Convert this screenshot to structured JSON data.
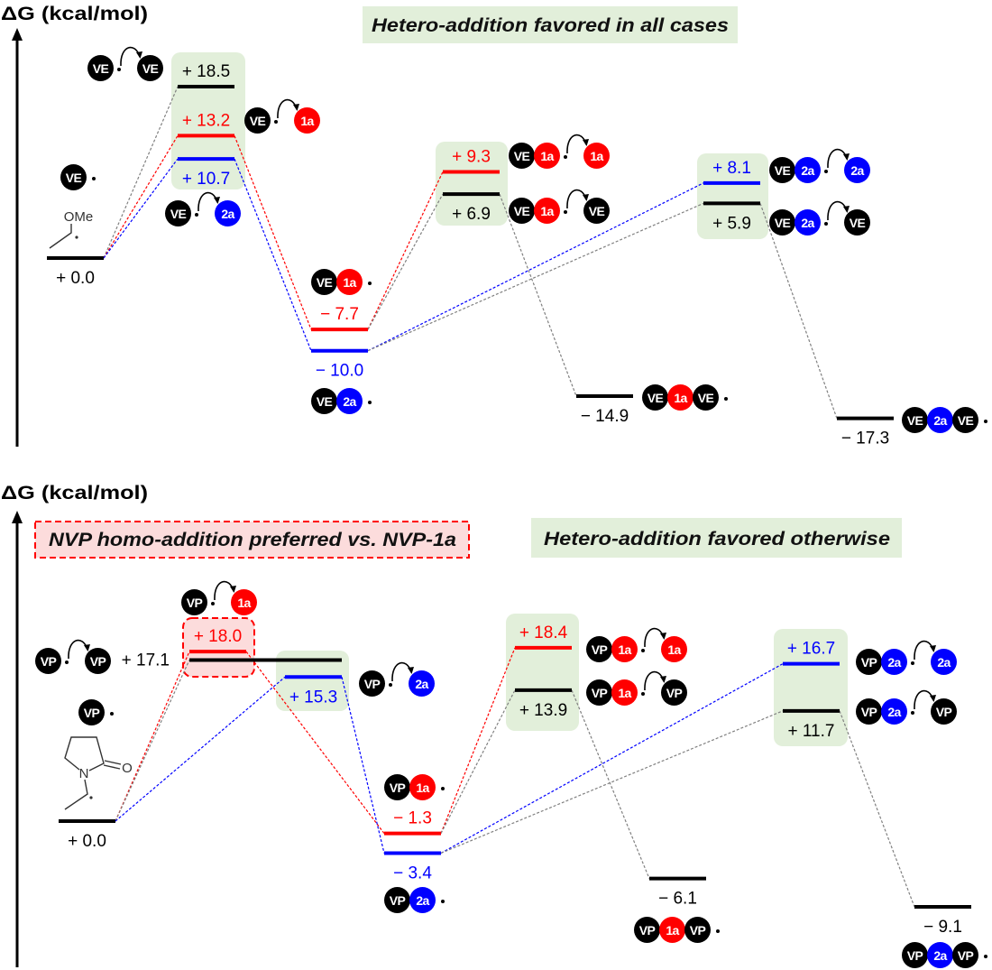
{
  "unit_colors": {
    "VE": "#000000",
    "VP": "#000000",
    "1a": "#ff0000",
    "2a": "#0000ff"
  },
  "series_colors": {
    "black": "#000000",
    "red": "#ff0000",
    "blue": "#0000ff",
    "gray": "#808080"
  },
  "structures": {
    "ve_radical": {
      "substituent": "OMe"
    },
    "nvp_radical": {
      "nitrogen": "N",
      "oxygen": "O"
    }
  },
  "panels": [
    {
      "id": "top",
      "axis_label": "ΔG (kcal/mol)",
      "banners": [
        {
          "text": "Hetero-addition favored in all cases",
          "style": "green"
        }
      ],
      "levels": [
        {
          "id": "r0",
          "step": 0,
          "energy": 0.0,
          "label": "+ 0.0",
          "color": "black",
          "label_pos": "below"
        },
        {
          "id": "ts_ve",
          "step": 1,
          "energy": 18.5,
          "label": "+ 18.5",
          "color": "black",
          "label_pos": "above"
        },
        {
          "id": "ts_1a",
          "step": 1,
          "energy": 13.2,
          "label": "+ 13.2",
          "color": "red",
          "label_pos": "above"
        },
        {
          "id": "ts_2a",
          "step": 1,
          "energy": 10.7,
          "label": "+ 10.7",
          "color": "blue",
          "label_pos": "below"
        },
        {
          "id": "int_1a",
          "step": 2,
          "energy": -7.7,
          "label": "− 7.7",
          "color": "red",
          "label_pos": "above"
        },
        {
          "id": "int_2a",
          "step": 2,
          "energy": -10.0,
          "label": "− 10.0",
          "color": "blue",
          "label_pos": "below"
        },
        {
          "id": "ts2_1a_1a",
          "step": 3,
          "energy": 9.3,
          "label": "+ 9.3",
          "color": "red",
          "label_pos": "above"
        },
        {
          "id": "ts2_1a_ve",
          "step": 3,
          "energy": 6.9,
          "label": "+ 6.9",
          "color": "black",
          "label_pos": "below"
        },
        {
          "id": "p_1a_ve",
          "step": 4,
          "energy": -14.9,
          "label": "− 14.9",
          "color": "black",
          "label_pos": "below"
        },
        {
          "id": "ts2_2a_2a",
          "step": 5,
          "energy": 8.1,
          "label": "+ 8.1",
          "color": "blue",
          "label_pos": "above"
        },
        {
          "id": "ts2_2a_ve",
          "step": 5,
          "energy": 5.9,
          "label": "+ 5.9",
          "color": "black",
          "label_pos": "below"
        },
        {
          "id": "p_2a_ve",
          "step": 6,
          "energy": -17.3,
          "label": "− 17.3",
          "color": "black",
          "label_pos": "below"
        }
      ],
      "connections": [
        {
          "from": "r0",
          "to": "ts_ve",
          "color": "gray"
        },
        {
          "from": "r0",
          "to": "ts_1a",
          "color": "red"
        },
        {
          "from": "r0",
          "to": "ts_2a",
          "color": "blue"
        },
        {
          "from": "ts_1a",
          "to": "int_1a",
          "color": "red"
        },
        {
          "from": "ts_2a",
          "to": "int_2a",
          "color": "blue"
        },
        {
          "from": "int_1a",
          "to": "ts2_1a_1a",
          "color": "red"
        },
        {
          "from": "int_1a",
          "to": "ts2_1a_ve",
          "color": "gray"
        },
        {
          "from": "ts2_1a_ve",
          "to": "p_1a_ve",
          "color": "gray"
        },
        {
          "from": "int_2a",
          "to": "ts2_2a_2a",
          "color": "blue"
        },
        {
          "from": "int_2a",
          "to": "ts2_2a_ve",
          "color": "gray"
        },
        {
          "from": "ts2_2a_ve",
          "to": "p_2a_ve",
          "color": "gray"
        }
      ],
      "species": [
        {
          "tokens": [
            "VE",
            "•⌒",
            "VE"
          ]
        },
        {
          "tokens": [
            "VE",
            "•⌒",
            "1a"
          ]
        },
        {
          "tokens": [
            "VE",
            "•⌒",
            "2a"
          ]
        },
        {
          "tokens": [
            "VE",
            "•"
          ]
        },
        {
          "tokens": [
            "VE",
            "1a",
            "•"
          ]
        },
        {
          "tokens": [
            "VE",
            "2a",
            "•"
          ]
        },
        {
          "tokens": [
            "VE",
            "1a",
            "•⌒",
            "1a"
          ]
        },
        {
          "tokens": [
            "VE",
            "1a",
            "•⌒",
            "VE"
          ]
        },
        {
          "tokens": [
            "VE",
            "1a",
            "VE",
            "•"
          ]
        },
        {
          "tokens": [
            "VE",
            "2a",
            "•⌒",
            "2a"
          ]
        },
        {
          "tokens": [
            "VE",
            "2a",
            "•⌒",
            "VE"
          ]
        },
        {
          "tokens": [
            "VE",
            "2a",
            "VE",
            "•"
          ]
        }
      ]
    },
    {
      "id": "bottom",
      "axis_label": "ΔG (kcal/mol)",
      "banners": [
        {
          "text": "NVP homo-addition preferred vs. NVP-1a",
          "style": "red-dashed"
        },
        {
          "text": "Hetero-addition favored otherwise",
          "style": "green"
        }
      ],
      "levels": [
        {
          "id": "r0",
          "step": 0,
          "energy": 0.0,
          "label": "+ 0.0",
          "color": "black",
          "label_pos": "below"
        },
        {
          "id": "ts_1a",
          "step": 1,
          "energy": 18.0,
          "label": "+ 18.0",
          "color": "red",
          "label_pos": "above"
        },
        {
          "id": "ts_vp",
          "step": 1,
          "step_end": 2,
          "energy": 17.1,
          "label": "+ 17.1",
          "color": "black",
          "label_pos": "left"
        },
        {
          "id": "ts_2a",
          "step": 2,
          "energy": 15.3,
          "label": "+ 15.3",
          "color": "blue",
          "label_pos": "below"
        },
        {
          "id": "int_1a",
          "step": 3,
          "energy": -1.3,
          "label": "− 1.3",
          "color": "red",
          "label_pos": "above"
        },
        {
          "id": "int_2a",
          "step": 3,
          "energy": -3.4,
          "label": "− 3.4",
          "color": "blue",
          "label_pos": "below"
        },
        {
          "id": "ts2_1a_1a",
          "step": 4,
          "energy": 18.4,
          "label": "+ 18.4",
          "color": "red",
          "label_pos": "above"
        },
        {
          "id": "ts2_1a_vp",
          "step": 4,
          "energy": 13.9,
          "label": "+ 13.9",
          "color": "black",
          "label_pos": "below"
        },
        {
          "id": "p_1a_vp",
          "step": 5,
          "energy": -6.1,
          "label": "− 6.1",
          "color": "black",
          "label_pos": "below"
        },
        {
          "id": "ts2_2a_2a",
          "step": 6,
          "energy": 16.7,
          "label": "+ 16.7",
          "color": "blue",
          "label_pos": "above"
        },
        {
          "id": "ts2_2a_vp",
          "step": 6,
          "energy": 11.7,
          "label": "+ 11.7",
          "color": "black",
          "label_pos": "below"
        },
        {
          "id": "p_2a_vp",
          "step": 7,
          "energy": -9.1,
          "label": "− 9.1",
          "color": "black",
          "label_pos": "below"
        }
      ],
      "connections": [
        {
          "from": "r0",
          "to": "ts_1a",
          "color": "red"
        },
        {
          "from": "r0",
          "to": "ts_vp",
          "color": "gray"
        },
        {
          "from": "r0",
          "to": "ts_2a",
          "color": "blue"
        },
        {
          "from": "ts_1a",
          "to": "int_1a",
          "color": "red"
        },
        {
          "from": "ts_2a",
          "to": "int_2a",
          "color": "blue"
        },
        {
          "from": "int_1a",
          "to": "ts2_1a_1a",
          "color": "red"
        },
        {
          "from": "int_1a",
          "to": "ts2_1a_vp",
          "color": "gray"
        },
        {
          "from": "ts2_1a_vp",
          "to": "p_1a_vp",
          "color": "gray"
        },
        {
          "from": "int_2a",
          "to": "ts2_2a_2a",
          "color": "blue"
        },
        {
          "from": "int_2a",
          "to": "ts2_2a_vp",
          "color": "gray"
        },
        {
          "from": "ts2_2a_vp",
          "to": "p_2a_vp",
          "color": "gray"
        }
      ],
      "species": [
        {
          "tokens": [
            "VP",
            "•⌒",
            "1a"
          ]
        },
        {
          "tokens": [
            "VP",
            "•⌒",
            "VP"
          ]
        },
        {
          "tokens": [
            "VP",
            "•⌒",
            "2a"
          ]
        },
        {
          "tokens": [
            "VP",
            "•"
          ]
        },
        {
          "tokens": [
            "VP",
            "1a",
            "•"
          ]
        },
        {
          "tokens": [
            "VP",
            "2a",
            "•"
          ]
        },
        {
          "tokens": [
            "VP",
            "1a",
            "•⌒",
            "1a"
          ]
        },
        {
          "tokens": [
            "VP",
            "1a",
            "•⌒",
            "VP"
          ]
        },
        {
          "tokens": [
            "VP",
            "1a",
            "VP",
            "•"
          ]
        },
        {
          "tokens": [
            "VP",
            "2a",
            "•⌒",
            "2a"
          ]
        },
        {
          "tokens": [
            "VP",
            "2a",
            "•⌒",
            "VP"
          ]
        },
        {
          "tokens": [
            "VP",
            "2a",
            "VP",
            "•"
          ]
        }
      ]
    }
  ]
}
